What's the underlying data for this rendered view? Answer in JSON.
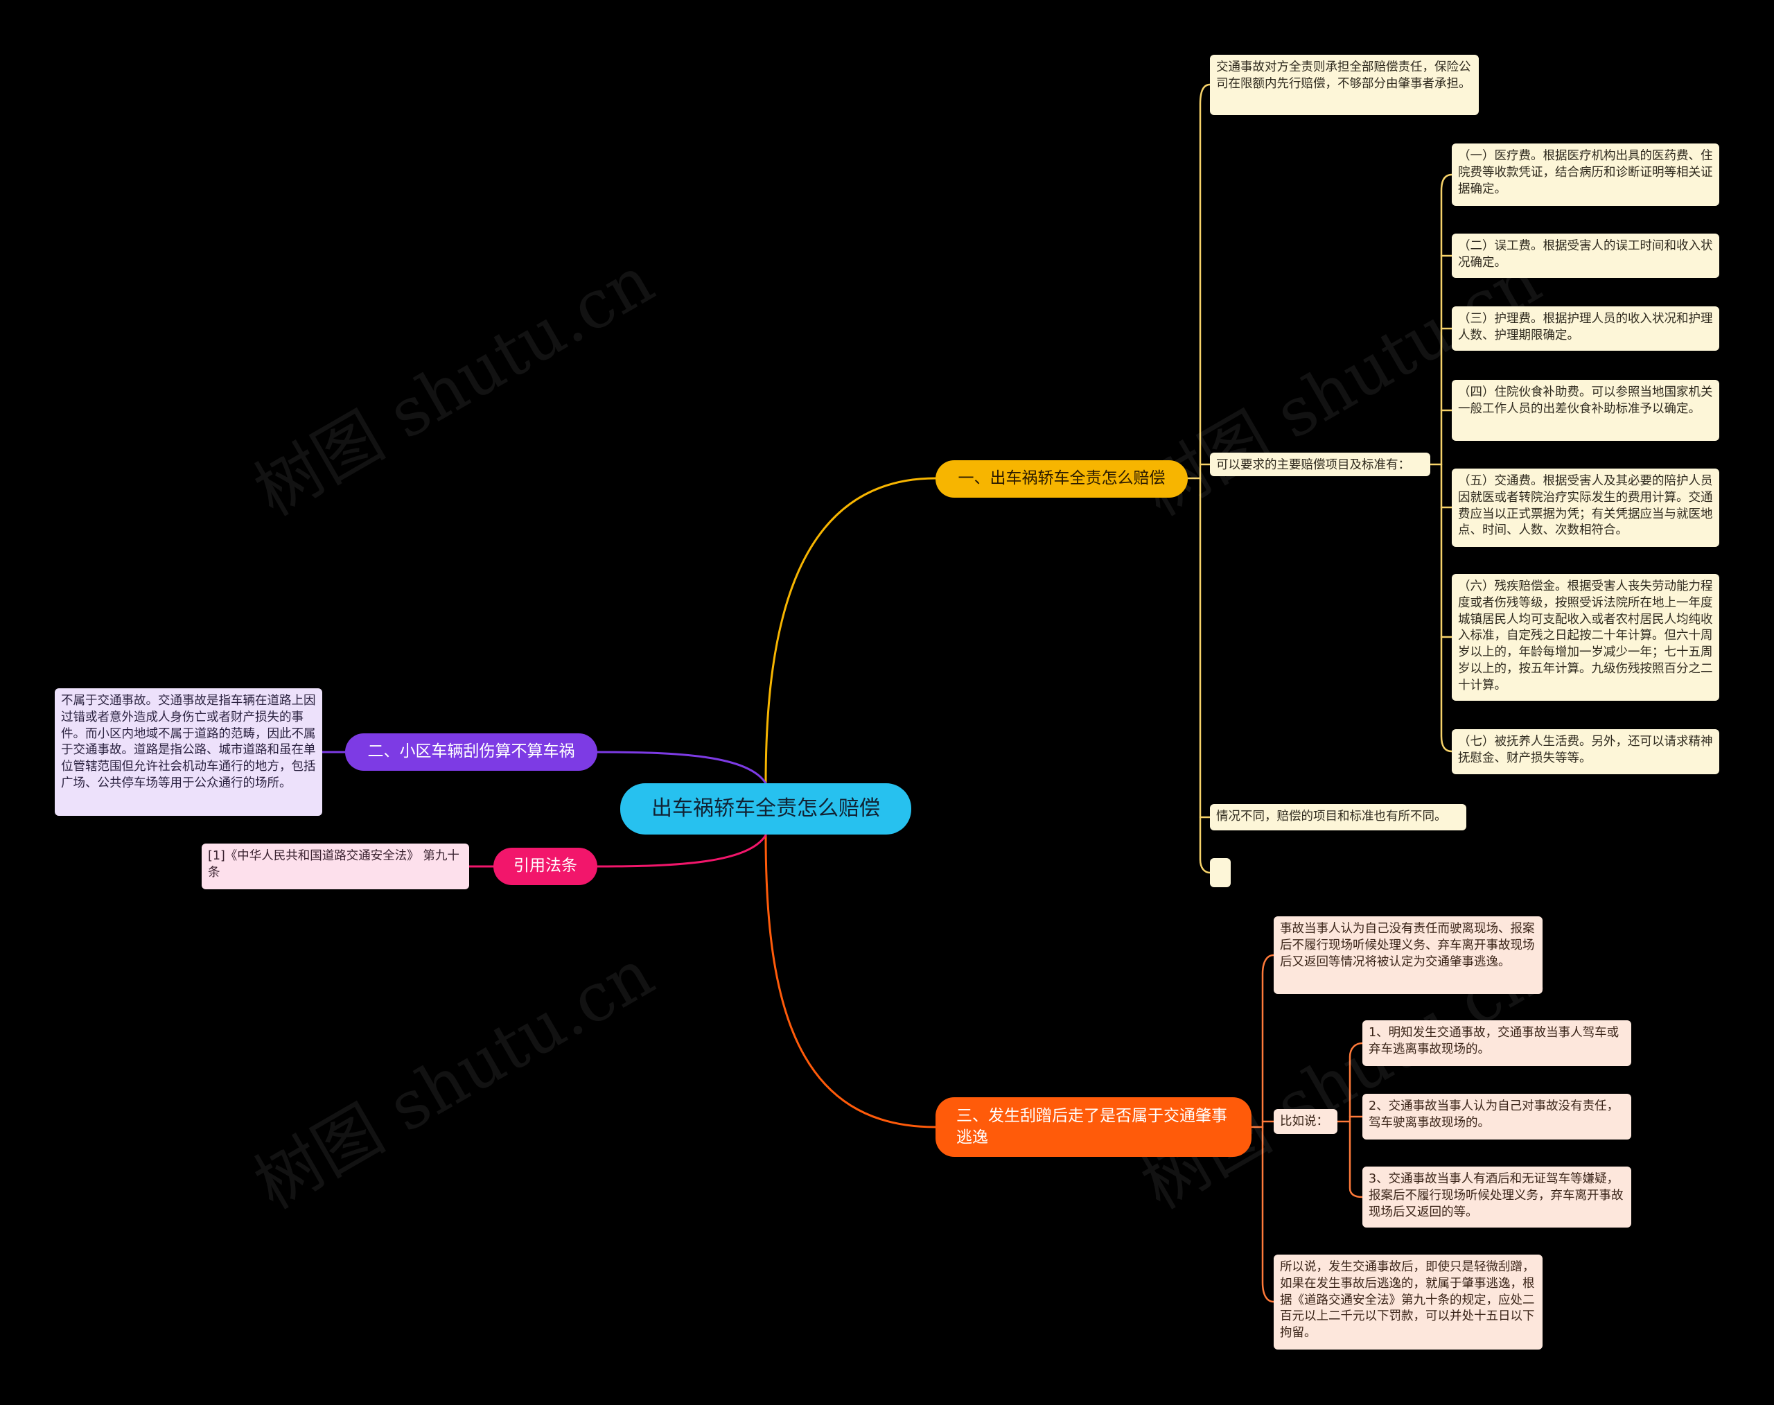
{
  "watermark": "树图 shutu.cn",
  "root": {
    "label": "出车祸轿车全责怎么赔偿"
  },
  "branch1": {
    "label": "一、出车祸轿车全责怎么赔偿",
    "intro": "交通事故对方全责则承担全部赔偿责任，保险公司在限额内先行赔偿，不够部分由肇事者承担。",
    "items_label": "可以要求的主要赔偿项目及标准有：",
    "items": [
      "（一）医疗费。根据医疗机构出具的医药费、住院费等收款凭证，结合病历和诊断证明等相关证据确定。",
      "（二）误工费。根据受害人的误工时间和收入状况确定。",
      "（三）护理费。根据护理人员的收入状况和护理人数、护理期限确定。",
      "（四）住院伙食补助费。可以参照当地国家机关一般工作人员的出差伙食补助标准予以确定。",
      "（五）交通费。根据受害人及其必要的陪护人员因就医或者转院治疗实际发生的费用计算。交通费应当以正式票据为凭；有关凭据应当与就医地点、时间、人数、次数相符合。",
      "（六）残疾赔偿金。根据受害人丧失劳动能力程度或者伤残等级，按照受诉法院所在地上一年度城镇居民人均可支配收入或者农村居民人均纯收入标准，自定残之日起按二十年计算。但六十周岁以上的，年龄每增加一岁减少一年；七十五周岁以上的，按五年计算。九级伤残按照百分之二十计算。",
      "（七）被抚养人生活费。另外，还可以请求精神抚慰金、财产损失等等。"
    ],
    "note": "情况不同，赔偿的项目和标准也有所不同。",
    "empty": ""
  },
  "branch2": {
    "label": "二、小区车辆刮伤算不算车祸",
    "detail": "不属于交通事故。交通事故是指车辆在道路上因过错或者意外造成人身伤亡或者财产损失的事件。而小区内地域不属于道路的范畴，因此不属于交通事故。道路是指公路、城市道路和虽在单位管辖范围但允许社会机动车通行的地方，包括广场、公共停车场等用于公众通行的场所。"
  },
  "branch4": {
    "label": "引用法条",
    "detail": "[1]《中华人民共和国道路交通安全法》 第九十条"
  },
  "branch3": {
    "label": "三、发生刮蹭后走了是否属于交通肇事逃逸",
    "intro": "事故当事人认为自己没有责任而驶离现场、报案后不履行现场听候处理义务、弃车离开事故现场后又返回等情况将被认定为交通肇事逃逸。",
    "examples_label": "比如说：",
    "examples": [
      "1、明知发生交通事故，交通事故当事人驾车或弃车逃离事故现场的。",
      "2、交通事故当事人认为自己对事故没有责任，驾车驶离事故现场的。",
      "3、交通事故当事人有酒后和无证驾车等嫌疑，报案后不履行现场听候处理义务，弃车离开事故现场后又返回的等。"
    ],
    "conclusion": "所以说，发生交通事故后，即使只是轻微刮蹭，如果在发生事故后逃逸的，就属于肇事逃逸，根据《道路交通安全法》第九十条的规定，应处二百元以上二千元以下罚款，可以并处十五日以下拘留。"
  },
  "colors": {
    "root": "#27c1ef",
    "branch1": "#f7b500",
    "branch2": "#7d3be4",
    "branch3": "#ff5b0a",
    "branch4": "#f2166b"
  }
}
